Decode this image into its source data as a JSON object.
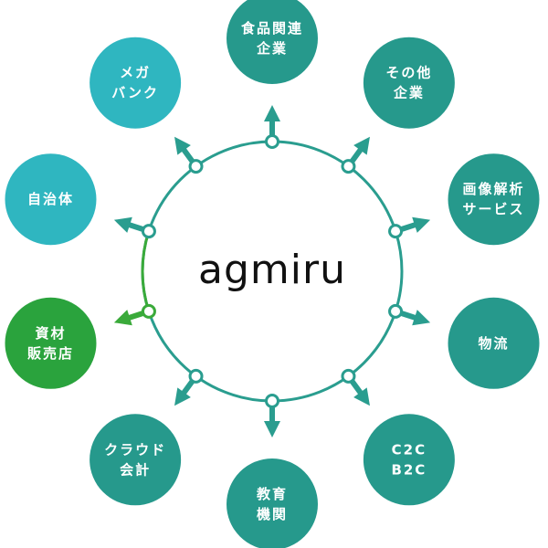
{
  "center": {
    "label": "agmiru"
  },
  "colors": {
    "ring": "#2a9d8f",
    "ring_highlight": "#3aaa3a",
    "teal": "#26998c",
    "cyan": "#2fb6c0",
    "green": "#2aa33d"
  },
  "nodes": [
    {
      "id": "food",
      "lines": [
        "食品関連",
        "企業"
      ],
      "color": "teal"
    },
    {
      "id": "other",
      "lines": [
        "その他",
        "企業"
      ],
      "color": "teal"
    },
    {
      "id": "image-analysis",
      "lines": [
        "画像解析",
        "サービス"
      ],
      "color": "teal"
    },
    {
      "id": "logistics",
      "lines": [
        "物流"
      ],
      "color": "teal"
    },
    {
      "id": "c2c-b2c",
      "lines": [
        "C2C",
        "B2C"
      ],
      "color": "teal"
    },
    {
      "id": "education",
      "lines": [
        "教育",
        "機関"
      ],
      "color": "teal"
    },
    {
      "id": "cloud-accounting",
      "lines": [
        "クラウド",
        "会計"
      ],
      "color": "teal"
    },
    {
      "id": "material-stores",
      "lines": [
        "資材",
        "販売店"
      ],
      "color": "green"
    },
    {
      "id": "local-gov",
      "lines": [
        "自治体"
      ],
      "color": "cyan"
    },
    {
      "id": "megabank",
      "lines": [
        "メガ",
        "バンク"
      ],
      "color": "cyan"
    }
  ]
}
